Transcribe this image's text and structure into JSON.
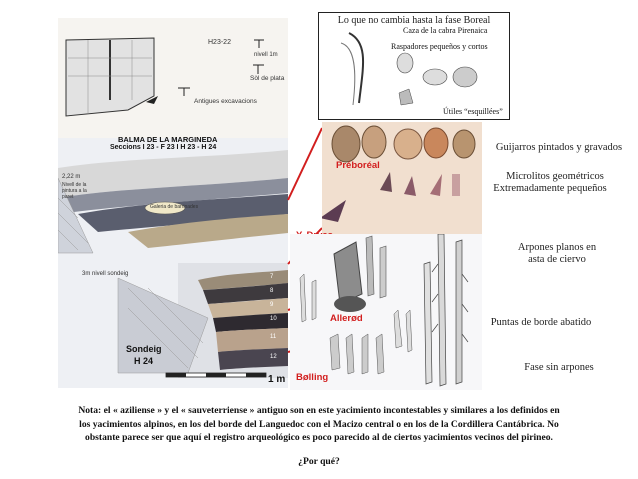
{
  "inset": {
    "title": "Lo que no cambia hasta la fase Boreal",
    "goat_caption": "Caza de la cabra Pirenaica",
    "scrapers_caption": "Raspadores pequeños y cortos",
    "tools_caption": "Útiles “esquillées”"
  },
  "site": {
    "grid_code": "H23-22",
    "level_label": "nivell 1m",
    "floor_label": "Sòl de plata",
    "old_excavations": "Antigues excavacions",
    "site_title": "BALMA DE LA MARGINEDA",
    "sections": "Seccions I 23 - F 23 I H 23 - H 24",
    "depth_label": "2,22 m",
    "level_note": "Nivell de la pintura a la paret",
    "gallery_label": "Galeria de barrinades",
    "probe_label": "3m nivell sondeig",
    "probe_title": "Sondeig",
    "probe_code": "H 24",
    "scale": "1 m",
    "layer_numbers": [
      "7",
      "8",
      "9",
      "10",
      "11",
      "12"
    ]
  },
  "periods": {
    "preboreal": "Préboréal",
    "ydryas": "Y. Dryas",
    "allerod": "Allerød",
    "bolling": "Bølling"
  },
  "captions": {
    "pebbles": "Guijarros pintados y gravados",
    "microliths_1": "Microlitos geométricos",
    "microliths_2": "Extremadamente pequeños",
    "harpoons_1": "Arpones planos en",
    "harpoons_2": "asta de ciervo",
    "points": "Puntas de borde abatido",
    "no_harpoons": "Fase sin arpones"
  },
  "note": {
    "line1": "Nota: el « aziliense » y el « sauveterriense » antiguo son en este yacimiento incontestables y similares a los definidos en",
    "line2": "los yacimientos alpinos, en los del borde del Languedoc con el Macizo central o en los de la Cordillera Cantábrica. No",
    "line3": "obstante parece ser que aquí el registro arqueológico es poco parecido al de ciertos yacimientos vecinos del pirineo.",
    "question": "¿Por qué?"
  },
  "colors": {
    "period_red": "#d21e1e",
    "preboreal": "#e8c4a2",
    "ydryas": "#c9a0b4",
    "allerod": "#b8b2c4",
    "bolling": "#c9a3a3"
  }
}
